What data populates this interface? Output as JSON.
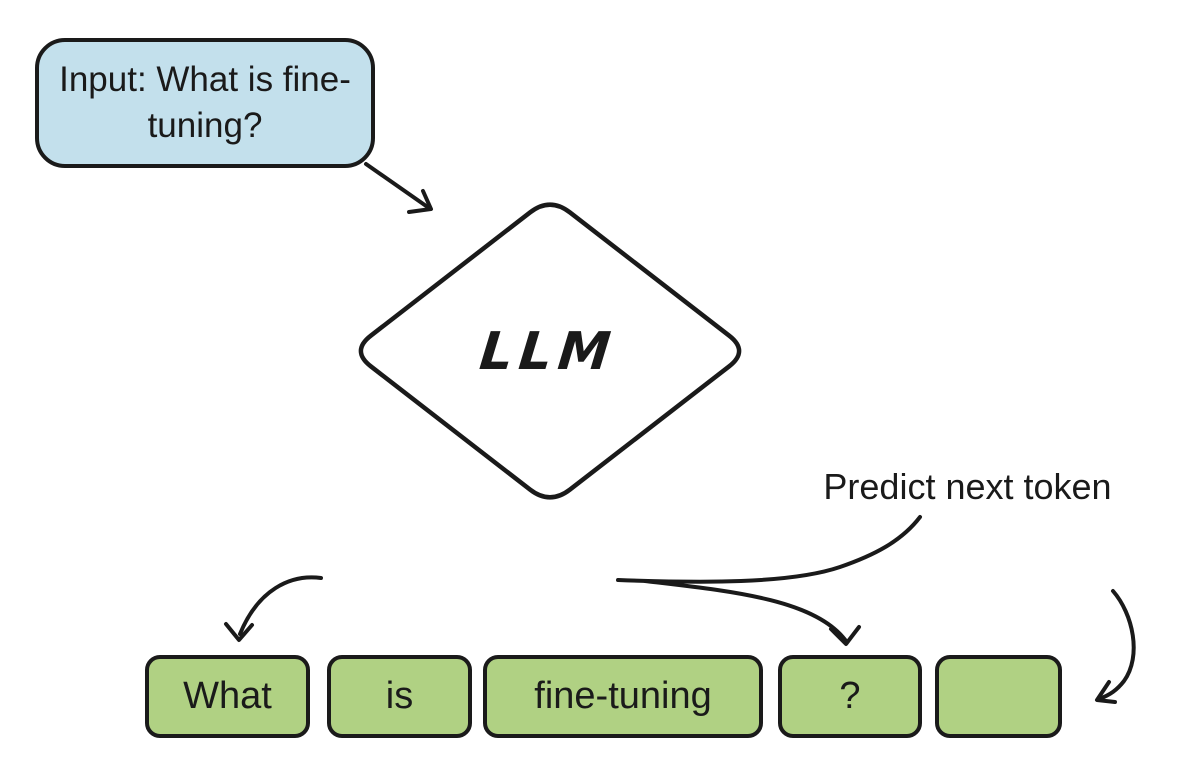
{
  "diagram": {
    "input_bubble": {
      "text": "Input: What is fine-tuning?"
    },
    "llm_node": {
      "label": "LLM"
    },
    "predict_label": {
      "text": "Predict next token"
    },
    "tokens": [
      {
        "label": "What"
      },
      {
        "label": "is"
      },
      {
        "label": "fine-tuning"
      },
      {
        "label": "?"
      },
      {
        "label": ""
      }
    ],
    "edges": [
      {
        "name": "input-to-llm",
        "style": "straight-arrow"
      },
      {
        "name": "llm-output-to-first-token",
        "style": "curved-arrow"
      },
      {
        "name": "predict-swoosh",
        "style": "curved-line"
      },
      {
        "name": "predict-to-question-token",
        "style": "curved-arrow"
      },
      {
        "name": "next-token-loop",
        "style": "curved-arrow"
      }
    ],
    "colors": {
      "bubble_fill": "#c3e0ec",
      "token_fill": "#b0d183",
      "stroke": "#1a1a1a",
      "background": "#ffffff"
    }
  }
}
